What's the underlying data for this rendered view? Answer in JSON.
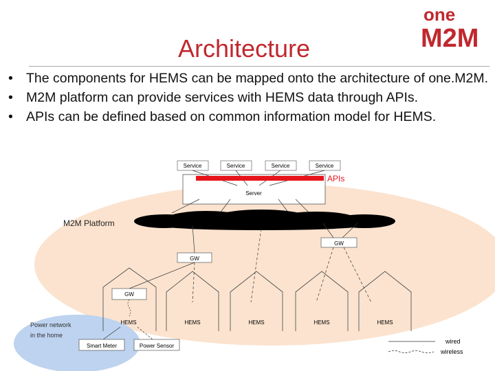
{
  "title": "Architecture",
  "logo": {
    "line1": "one",
    "line2": "M2M",
    "color": "#c0282e"
  },
  "bullets": [
    "The components for HEMS can be mapped onto  the architecture of one.M2M.",
    "M2M platform  can provide services with HEMS data  through APIs.",
    "APIs can be defined based on common information model  for HEMS."
  ],
  "diagram": {
    "services": [
      "Service",
      "Service",
      "Service",
      "Service"
    ],
    "apis_label": "APIs",
    "server_label": "Server",
    "platform_label": "M2M Platform",
    "gateways": [
      "GW",
      "GW",
      "GW"
    ],
    "hems": [
      "HEMS",
      "HEMS",
      "HEMS",
      "HEMS",
      "HEMS"
    ],
    "smart_meter": "Smart Meter",
    "power_sensor": "Power Sensor",
    "home_network": [
      "Power network",
      "in the home"
    ],
    "legend": {
      "wired": "wired",
      "wireless": "wireless"
    },
    "colors": {
      "api_bar": "#e8141b",
      "platform_ellipse": "#fbe3cf",
      "home_ellipse": "#bdd3ef",
      "cloud": "#000000",
      "accent": "#c0282e"
    }
  }
}
